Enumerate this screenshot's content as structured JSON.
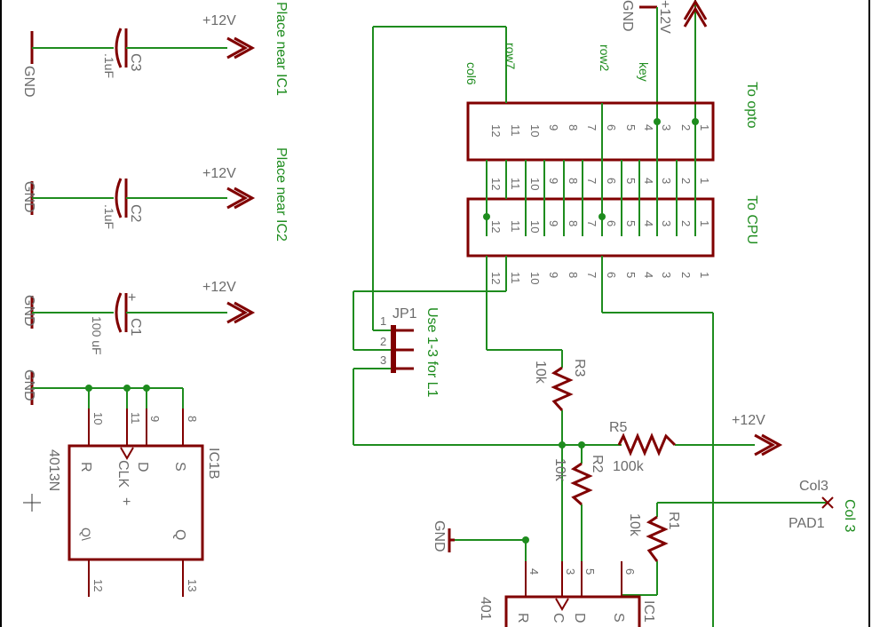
{
  "supply": {
    "plus12": "+12V",
    "gnd": "GND"
  },
  "caps": [
    {
      "name": "C3",
      "value": ".1uF"
    },
    {
      "name": "C2",
      "value": ".1uF"
    },
    {
      "name": "C1",
      "value": "100 uF",
      "polarity": "+"
    }
  ],
  "notes": {
    "place_ic1": "Place near IC1",
    "place_ic2": "Place near IC2",
    "to_opto": "To opto",
    "to_cpu": "To CPU",
    "use13": "Use 1-3 for L1",
    "col3": "Col 3"
  },
  "nets": {
    "col6": "col6",
    "row7": "row7",
    "row2": "row2",
    "key": "key"
  },
  "connector_pins": [
    "12",
    "11",
    "10",
    "9",
    "8",
    "7",
    "6",
    "5",
    "4",
    "3",
    "2",
    "1"
  ],
  "jumper": {
    "name": "JP1",
    "pins": [
      "1",
      "2",
      "3"
    ]
  },
  "resistors": [
    {
      "name": "R3",
      "value": "10k"
    },
    {
      "name": "R2",
      "value": "10k"
    },
    {
      "name": "R5",
      "value": "100k"
    },
    {
      "name": "R1",
      "value": "10k"
    }
  ],
  "ic1b": {
    "name": "IC1B",
    "part": "4013N",
    "pins_top": [
      "10",
      "11",
      "9",
      "8"
    ],
    "pins_bottom": [
      "12",
      "13"
    ],
    "inner": {
      "r": "R",
      "clk": "CLK",
      "d": "D",
      "s": "S",
      "qn": "Q\\",
      "q": "Q",
      "plus": "+"
    }
  },
  "ic_bottom": {
    "part": "401",
    "name_partial": "IC1",
    "pins_top": [
      "4",
      "3",
      "5",
      "6"
    ],
    "inner": {
      "r": "R",
      "c": "C",
      "d": "D",
      "s": "S"
    }
  },
  "pad": {
    "name": "PAD1",
    "net": "Col3"
  }
}
